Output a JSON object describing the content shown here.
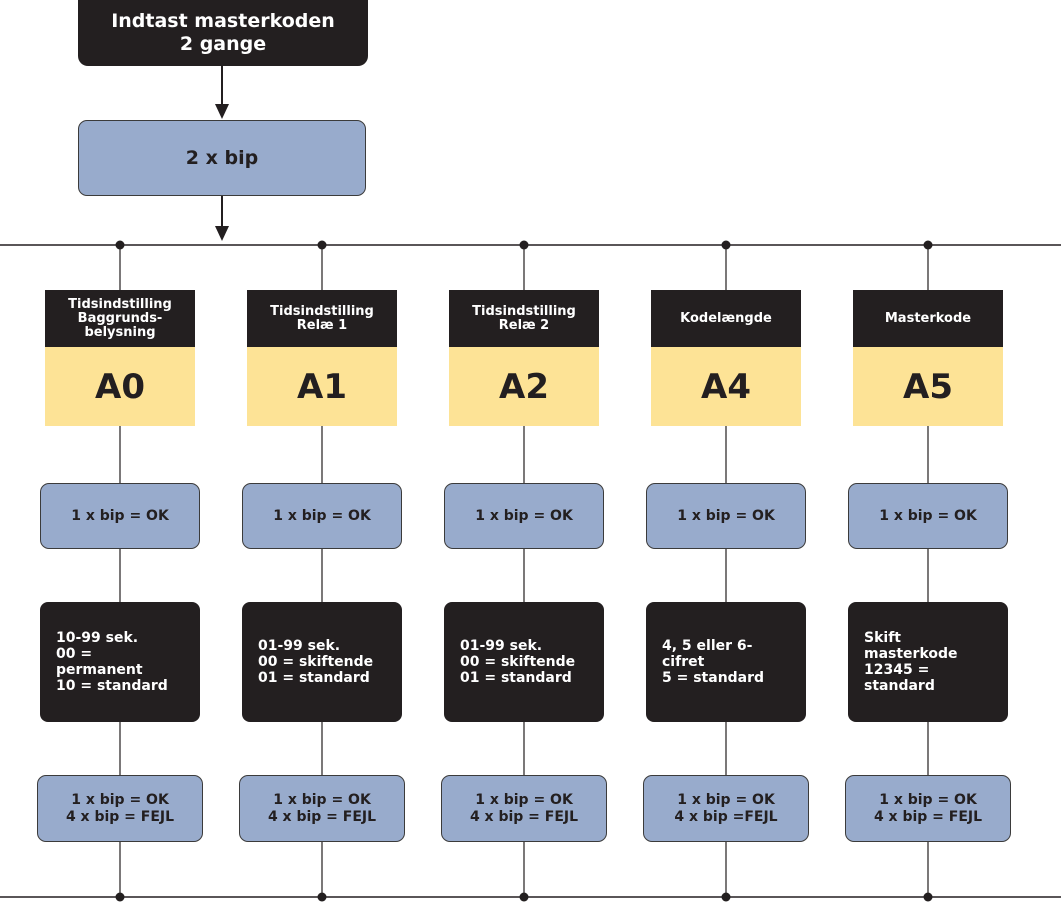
{
  "start": {
    "lines": [
      "Indtast masterkoden",
      "2 gange"
    ]
  },
  "first_feedback": "2 x bip",
  "columns": [
    {
      "header": [
        "Tidsindstilling",
        "Baggrunds-",
        "belysning"
      ],
      "code": "A0",
      "ack": "1 x bip = OK",
      "settings": [
        "10-99 sek.",
        "00 =",
        "permanent",
        "10 = standard"
      ],
      "result": [
        "1 x bip = OK",
        "4 x bip = FEJL"
      ]
    },
    {
      "header": [
        "Tidsindstilling",
        "Relæ 1"
      ],
      "code": "A1",
      "ack": "1 x bip = OK",
      "settings": [
        "01-99 sek.",
        "00 = skiftende",
        "01 = standard"
      ],
      "result": [
        "1 x bip = OK",
        "4 x bip = FEJL"
      ]
    },
    {
      "header": [
        "Tidsindstilling",
        "Relæ 2"
      ],
      "code": "A2",
      "ack": "1 x bip = OK",
      "settings": [
        "01-99 sek.",
        "00 = skiftende",
        "01 = standard"
      ],
      "result": [
        "1 x bip = OK",
        "4 x bip = FEJL"
      ]
    },
    {
      "header": [
        "Kodelængde"
      ],
      "code": "A4",
      "ack": "1 x bip = OK",
      "settings": [
        "4, 5 eller 6-",
        "cifret",
        "5 = standard"
      ],
      "result": [
        "1 x bip = OK",
        "4 x bip =FEJL"
      ]
    },
    {
      "header": [
        "Masterkode"
      ],
      "code": "A5",
      "ack": "1 x bip = OK",
      "settings": [
        "Skift",
        "masterkode",
        "12345 =",
        "standard"
      ],
      "result": [
        "1 x bip = OK",
        "4 x bip = FEJL"
      ]
    }
  ],
  "colors": {
    "dark": "#231f20",
    "blue": "#98abcc",
    "yellow": "#fde396",
    "line": "#231f20"
  }
}
